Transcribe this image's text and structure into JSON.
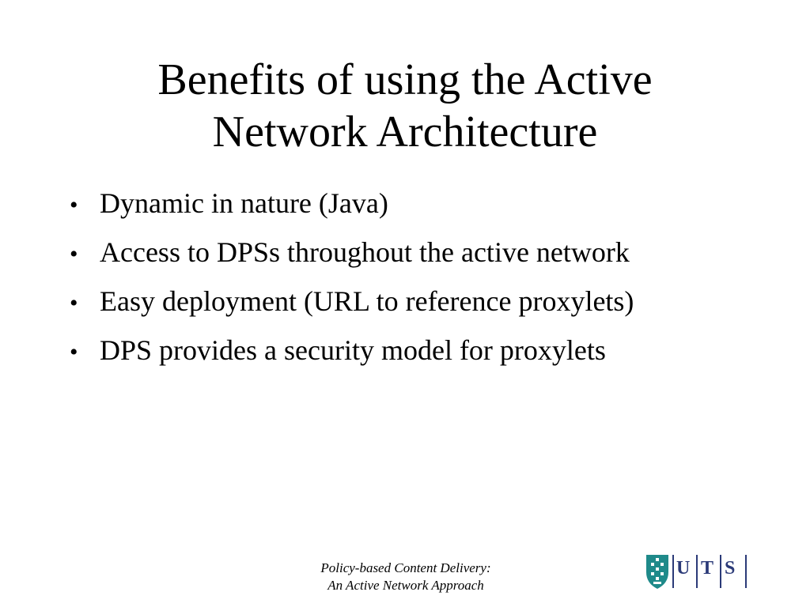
{
  "title": {
    "line1": "Benefits of using the Active",
    "line2": "Network Architecture"
  },
  "bullets": [
    "Dynamic in nature (Java)",
    "Access to DPSs throughout the active network",
    "Easy deployment (URL to reference proxylets)",
    "DPS provides a security model for proxylets"
  ],
  "bullet_glyph": "•",
  "footer": {
    "line1": "Policy-based Content Delivery:",
    "line2": "An Active Network Approach"
  },
  "logo": {
    "icon": "uts-shield-icon",
    "letters": [
      "U",
      "T",
      "S"
    ],
    "colors": {
      "shield": "#1f8a8a",
      "letters": "#2b3a78"
    }
  }
}
